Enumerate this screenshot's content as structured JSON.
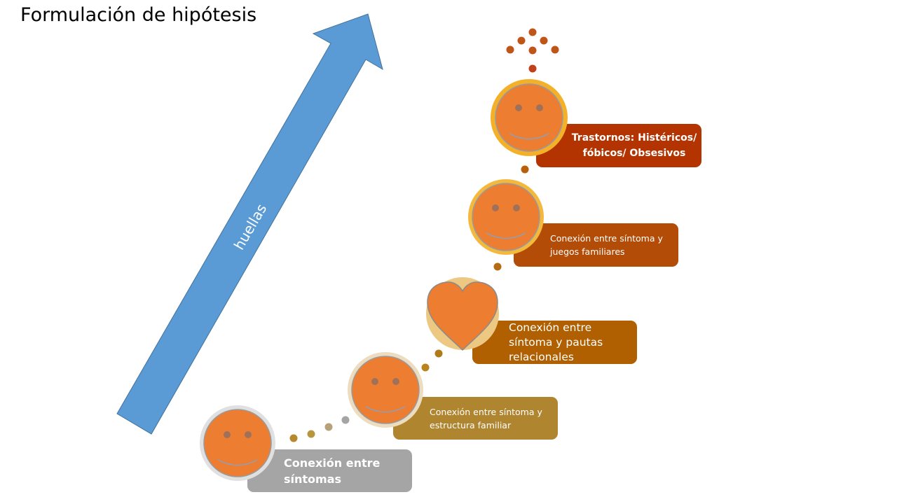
{
  "title": "Formulación de hipótesis",
  "arrow": {
    "label": "huellas",
    "color": "#5b9bd5"
  },
  "colors": {
    "face": "#ed7d31",
    "face_feature": "#8b6b5a",
    "gray_box": "#a5a5a5",
    "olive_box": "#b0852f",
    "brown_box": "#b06000",
    "orange_brown_box": "#b24c06",
    "red_brown_box": "#b33400"
  },
  "steps": [
    {
      "label": "Conexión entre\nsíntomas",
      "icon": "smiley-icon"
    },
    {
      "label": "Conexión entre síntoma y\nestructura familiar",
      "icon": "smiley-icon"
    },
    {
      "label": "Conexión entre\nsíntoma y pautas\nrelacionales",
      "icon": "heart-icon"
    },
    {
      "label": "Conexión entre síntoma y\njuegos familiares",
      "icon": "smiley-icon"
    },
    {
      "label": "Trastornos: Histéricos/\nfóbicos/ Obsesivos",
      "icon": "smiley-icon"
    }
  ]
}
